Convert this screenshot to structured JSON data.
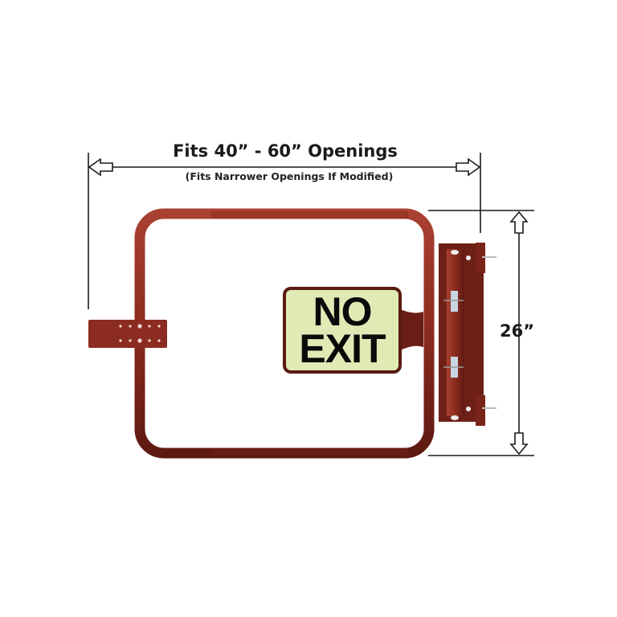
{
  "dimensions": {
    "width_title": "Fits 40” - 60” Openings",
    "width_subtitle": "(Fits Narrower Openings If Modified)",
    "height_label": "26”"
  },
  "sign": {
    "line1": "NO",
    "line2": "EXIT",
    "background": "#dfeab5",
    "border": "#5a1a12"
  },
  "colors": {
    "gate_frame": "#8a2a1e",
    "dimension_lines": "#1a1a1a"
  }
}
